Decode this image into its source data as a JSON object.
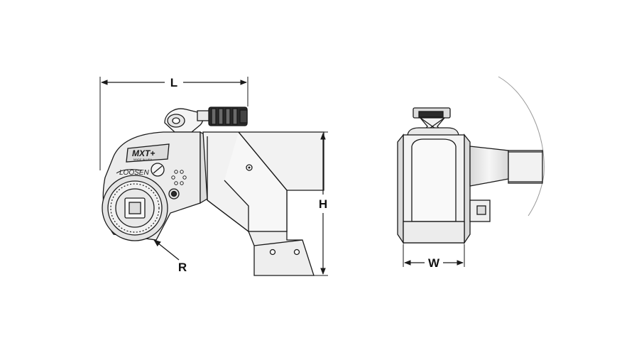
{
  "diagram": {
    "dimension_labels": {
      "length": "L",
      "height": "H",
      "radius": "R",
      "width": "W"
    },
    "tool": {
      "logo_text": "MXT+",
      "made_in_text": "MADE IN USA",
      "brand_text": "LOOSEN"
    },
    "colors": {
      "line": "#1a1a1a",
      "body": "#efefef",
      "shade": "#dcdcdc",
      "background": "#ffffff"
    }
  }
}
